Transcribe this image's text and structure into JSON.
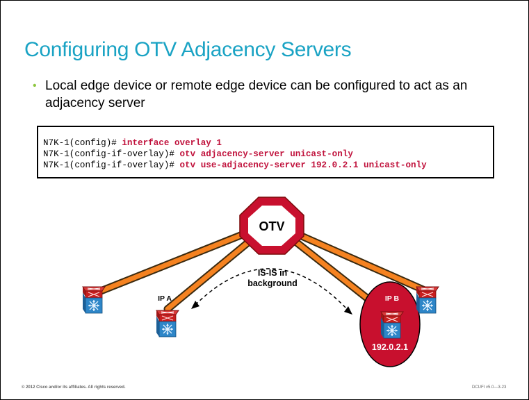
{
  "slide": {
    "title": "Configuring OTV Adjacency Servers",
    "bullet": "Local edge device or remote edge device can be configured to act as an adjacency server",
    "code": [
      {
        "prompt": "N7K-1(config)# ",
        "command": "interface overlay 1"
      },
      {
        "prompt": "N7K-1(config-if-overlay)# ",
        "command": "otv adjacency-server unicast-only"
      },
      {
        "prompt": "N7K-1(config-if-overlay)# ",
        "command": "otv use-adjacency-server 192.0.2.1 unicast-only"
      }
    ],
    "diagram": {
      "center_label": "OTV",
      "annotation_line1": "IS-IS in",
      "annotation_line2": "background",
      "ip_a_label": "IP A",
      "ip_b_label": "IP B",
      "server_address": "192.0.2.1"
    },
    "footer": {
      "copyright": "© 2012 Cisco and/or its affiliates. All rights reserved.",
      "code": "DCUFI v5.0—3-23"
    },
    "colors": {
      "title": "#1aa3c4",
      "command": "#c0123c",
      "bullet": "#8dc63f",
      "otv_octagon": "#c8102e",
      "link": "#f58220",
      "server_circle": "#c8102e"
    }
  }
}
